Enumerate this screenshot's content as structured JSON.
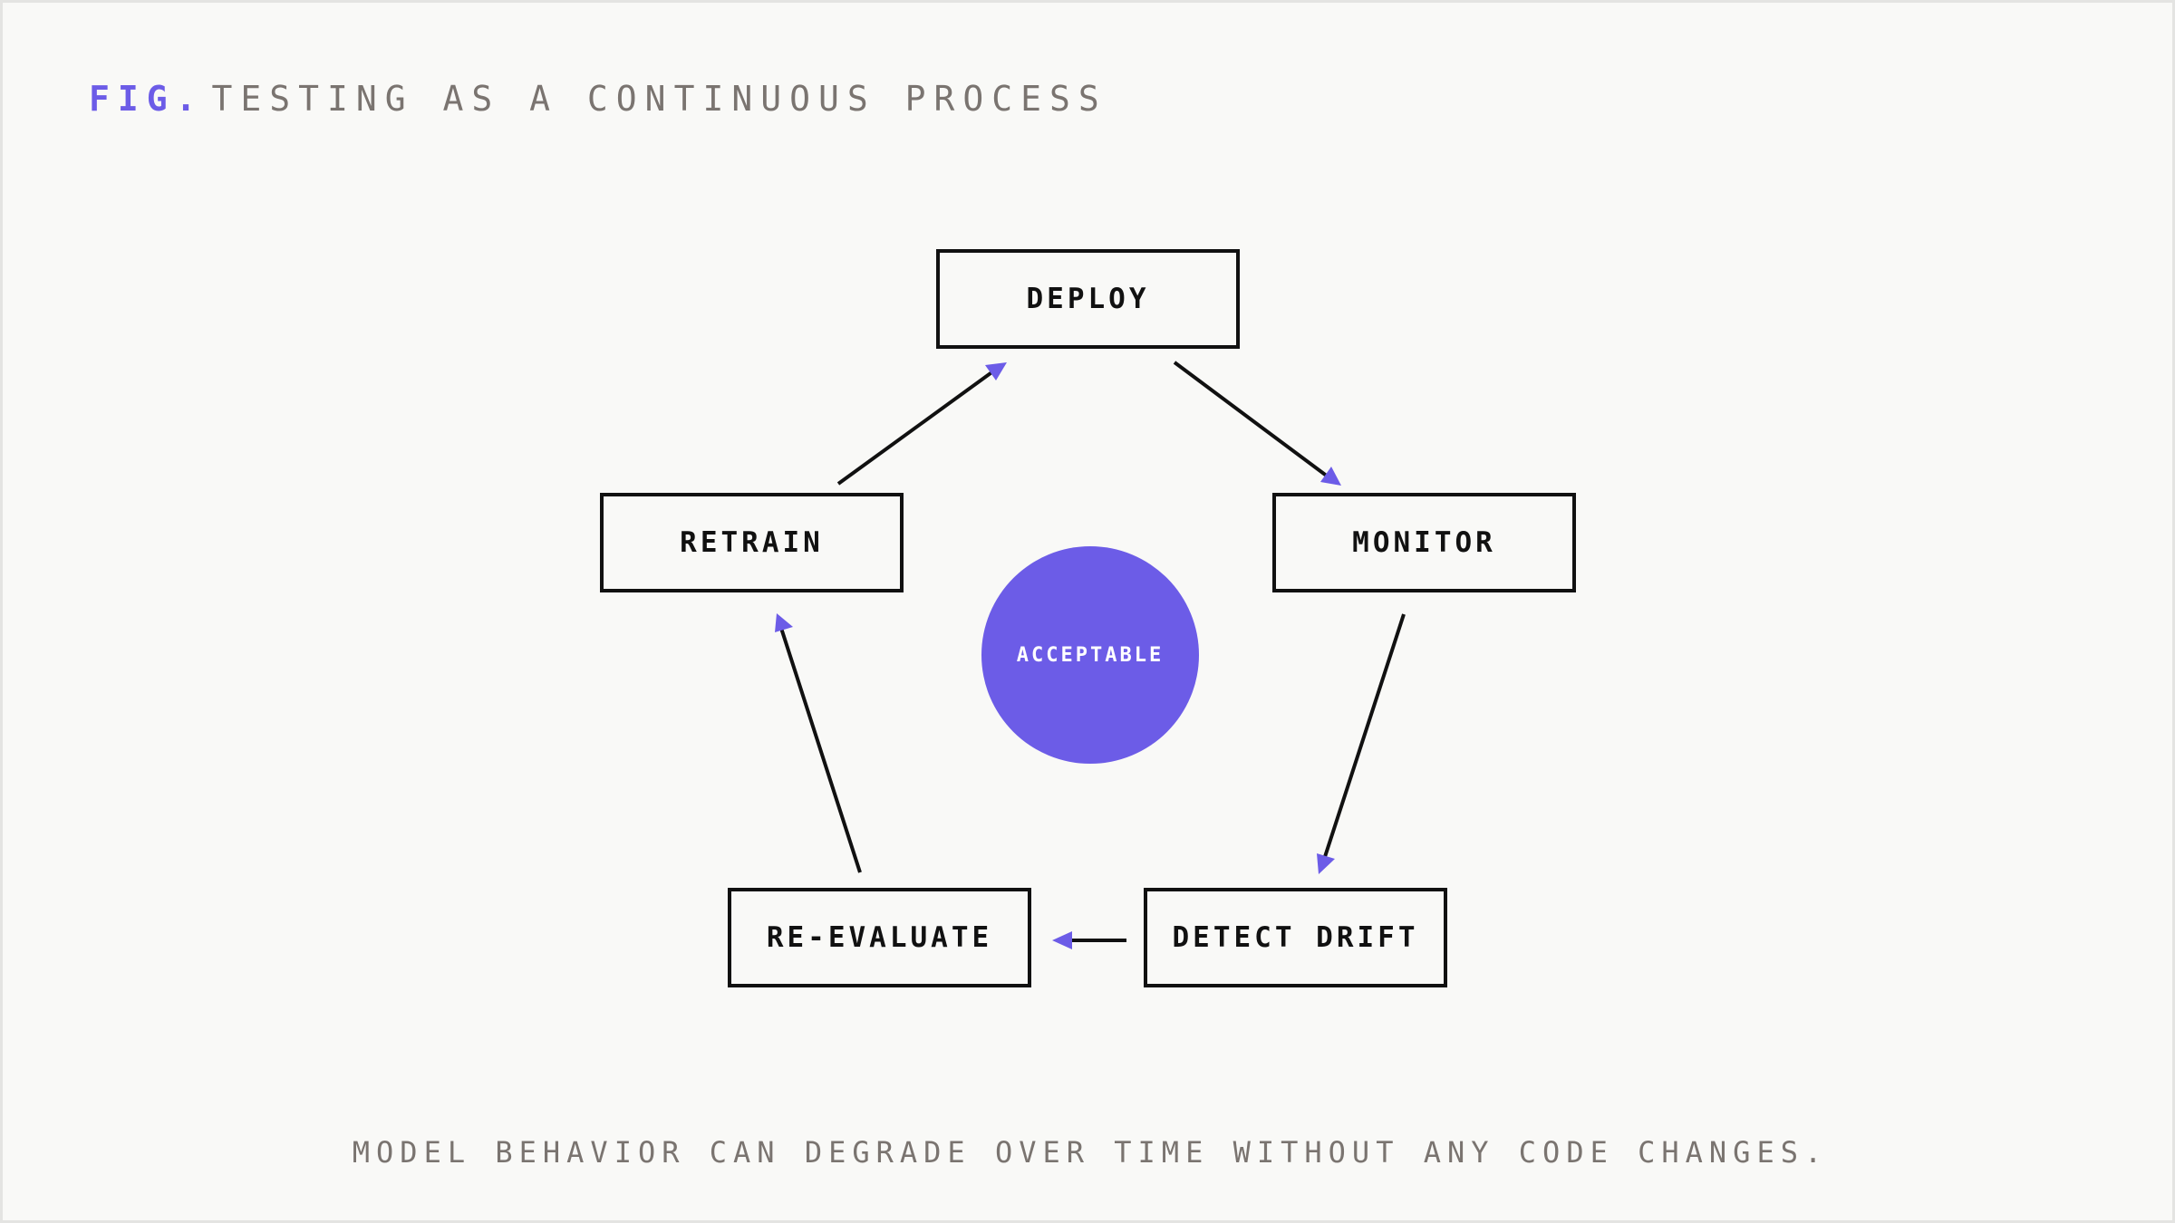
{
  "figure": {
    "prefix": "FIG.",
    "title": "TESTING AS A CONTINUOUS PROCESS",
    "caption": "MODEL BEHAVIOR CAN DEGRADE OVER TIME WITHOUT ANY CODE CHANGES."
  },
  "cycle": {
    "center_label": "ACCEPTABLE",
    "stages": [
      {
        "id": "deploy",
        "label": "DEPLOY"
      },
      {
        "id": "monitor",
        "label": "MONITOR"
      },
      {
        "id": "detect-drift",
        "label": "DETECT DRIFT"
      },
      {
        "id": "re-evaluate",
        "label": "RE-EVALUATE"
      },
      {
        "id": "retrain",
        "label": "RETRAIN"
      }
    ],
    "edges": [
      {
        "from": "deploy",
        "to": "monitor"
      },
      {
        "from": "monitor",
        "to": "detect-drift"
      },
      {
        "from": "detect-drift",
        "to": "re-evaluate"
      },
      {
        "from": "re-evaluate",
        "to": "retrain"
      },
      {
        "from": "retrain",
        "to": "deploy"
      }
    ]
  },
  "colors": {
    "accent": "#6c5ce7",
    "stroke": "#111111",
    "text_muted": "#7a7470",
    "background": "#f9f9f7"
  }
}
